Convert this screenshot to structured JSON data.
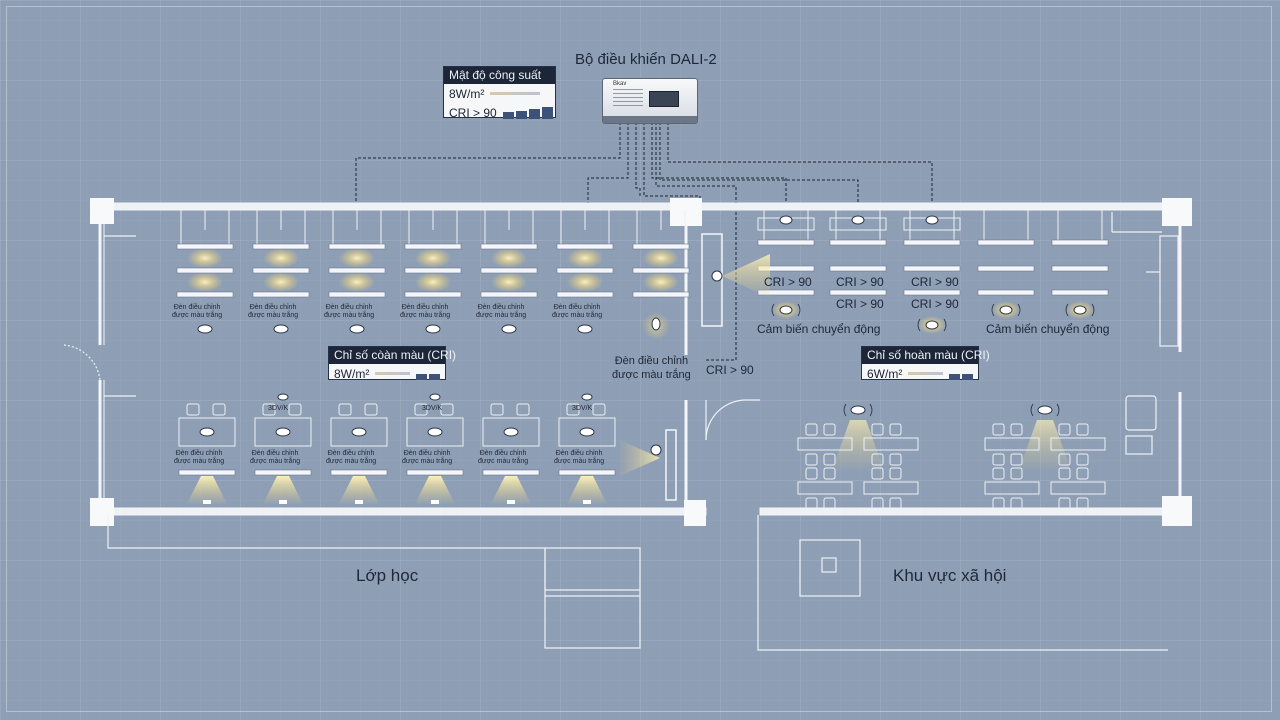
{
  "controller": {
    "title": "Bộ điều khiển DALI-2",
    "brand": "Bkav"
  },
  "power_card": {
    "header": "Mật độ công suất",
    "row1": "8W/m²",
    "row2": "CRI > 90",
    "bar_levels": [
      0.35,
      0.55,
      0.8,
      1.0
    ]
  },
  "cri_card_left": {
    "header": "Chỉ số còàn màu (CRI)",
    "value": "8W/m²"
  },
  "cri_card_right": {
    "header": "Chỉ số hoàn màu (CRI)",
    "value": "6W/m²"
  },
  "rooms": {
    "classroom": "Lớp học",
    "social": "Khu vực xã hội"
  },
  "top_row_notes": [
    "Đèn điều chỉnh\nđược màu trắng",
    "Đèn điều chỉnh\nđược màu trắng",
    "Đèn điều chỉnh\nđược màu trắng",
    "Đèn điều chỉnh\nđược màu trắng",
    "Đèn điều chỉnh\nđược màu trắng",
    "Đèn điều chỉnh\nđược màu trắng"
  ],
  "bottom_row_notes": [
    "Đèn điều chỉnh\nđược màu trắng",
    "Đèn điều chỉnh\nđược màu trắng",
    "Đèn điều chỉnh\nđược màu trắng",
    "Đèn điều chỉnh\nđược màu trắng",
    "Đèn điều chỉnh\nđược màu trắng",
    "Đèn điều chỉnh\nđược màu trắng"
  ],
  "bottom_row_tags": [
    "3DV/K",
    "3DV/K",
    "3DV/K"
  ],
  "center_note": "Đèn điều chỉnh\nđược màu trắng",
  "cri_labels": {
    "right_a1": "CRI > 90",
    "right_b1": "CRI > 90",
    "right_c1": "CRI > 90",
    "right_b2": "CRI > 90",
    "right_c2": "CRI > 90",
    "corridor": "CRI > 90"
  },
  "sensor_labels": {
    "left": "Cảm biến chuyển động",
    "right": "Cảm biến chuyển động"
  },
  "colors": {
    "background": "#8d9eb5",
    "wall": "#f4f6f9",
    "glow": "#f3dd8a",
    "card_header": "#1c2638",
    "accent_bar": "#3d5278"
  }
}
